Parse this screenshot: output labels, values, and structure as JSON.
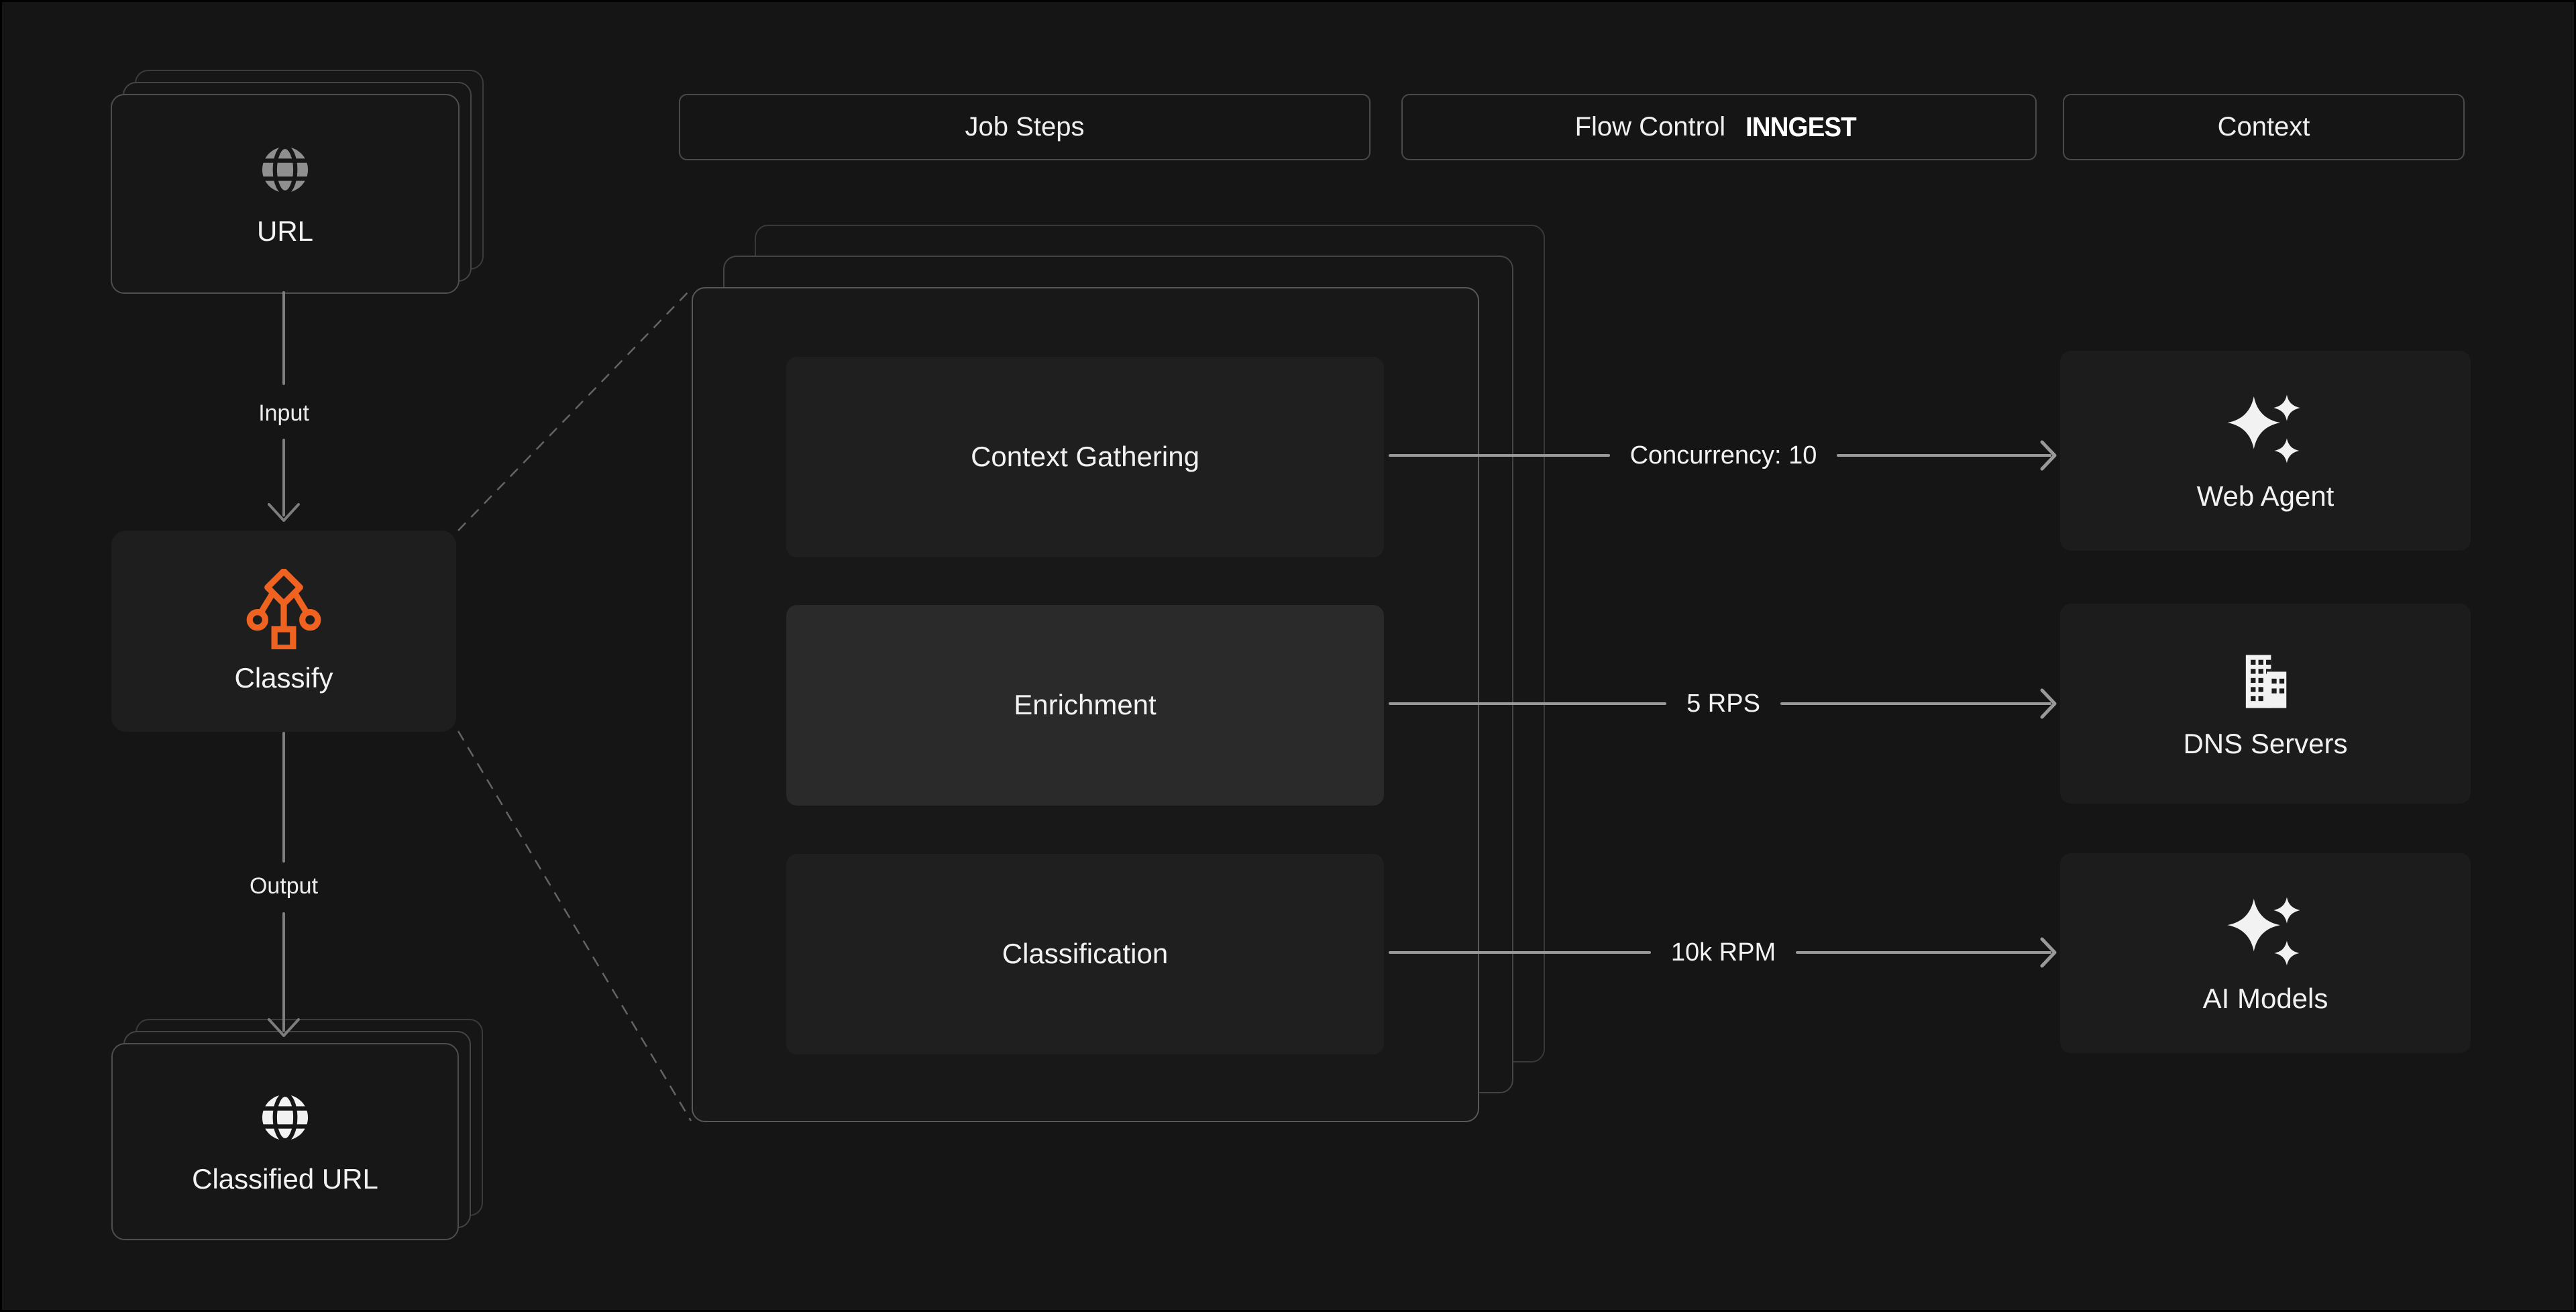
{
  "page": {
    "background": "#151515",
    "accent_orange": "#f0621f",
    "arrow_color": "#999999"
  },
  "headers": [
    {
      "label": "Job Steps"
    },
    {
      "label": "Flow Control",
      "logo": "INNGEST"
    },
    {
      "label": "Context"
    }
  ],
  "pipeline": {
    "input_card": {
      "label": "URL",
      "icon": "globe-icon"
    },
    "input_arrow": {
      "label": "Input"
    },
    "process_card": {
      "label": "Classify",
      "icon": "workflow-icon"
    },
    "output_arrow": {
      "label": "Output"
    },
    "output_card": {
      "label": "Classified URL",
      "icon": "globe-icon"
    }
  },
  "job_steps": [
    {
      "label": "Context Gathering"
    },
    {
      "label": "Enrichment"
    },
    {
      "label": "Classification"
    }
  ],
  "flow_controls": [
    {
      "label": "Concurrency: 10"
    },
    {
      "label": "5 RPS"
    },
    {
      "label": "10k RPM"
    }
  ],
  "context_nodes": [
    {
      "label": "Web Agent",
      "icon": "sparkles-icon"
    },
    {
      "label": "DNS Servers",
      "icon": "building-icon"
    },
    {
      "label": "AI Models",
      "icon": "sparkles-icon"
    }
  ]
}
